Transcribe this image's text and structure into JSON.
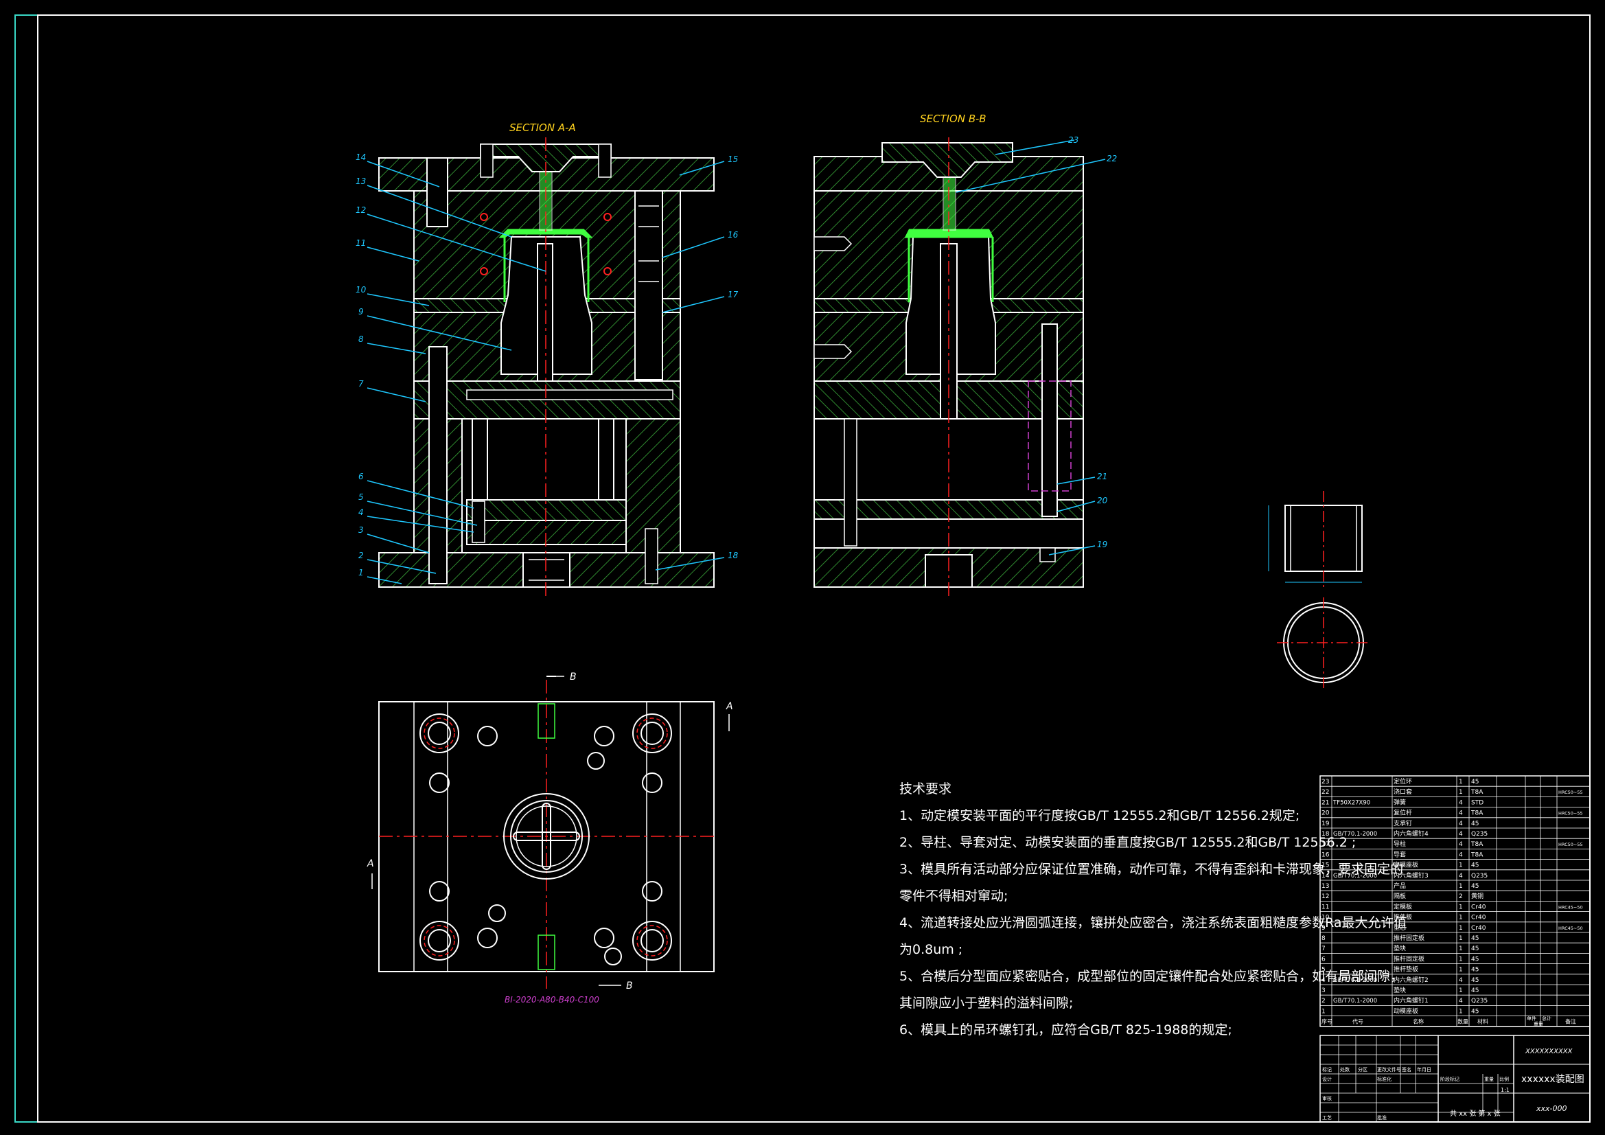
{
  "sections": {
    "a": "SECTION A-A",
    "b": "SECTION B-B",
    "plan_code": "BI-2020-A80-B40-C100",
    "mark_a": "A",
    "mark_b": "B"
  },
  "callouts_a": [
    "1",
    "2",
    "3",
    "4",
    "5",
    "6",
    "7",
    "8",
    "9",
    "10",
    "11",
    "12",
    "13",
    "14",
    "15",
    "16",
    "17",
    "18"
  ],
  "callouts_b": [
    "19",
    "20",
    "21",
    "22",
    "23"
  ],
  "tech": {
    "title": "技术要求",
    "lines": [
      "1、动定模安装平面的平行度按GB/T 12555.2和GB/T 12556.2规定;",
      "2、导柱、导套对定、动模安装面的垂直度按GB/T 12555.2和GB/T 12556.2 ;",
      "3、模具所有活动部分应保证位置准确，动作可靠，不得有歪斜和卡滞现象，要求固定的",
      "    零件不得相对窜动;",
      "4、流道转接处应光滑圆弧连接，镶拼处应密合，浇注系统表面粗糙度参数Ra最大允许值",
      "    为0.8um ;",
      "5、合模后分型面应紧密贴合，成型部位的固定镶件配合处应紧密贴合，如有局部间隙，",
      "    其间隙应小于塑料的溢料间隙;",
      "6、模具上的吊环螺钉孔，应符合GB/T 825-1988的规定;"
    ]
  },
  "bom": [
    {
      "no": "23",
      "code": "",
      "name": "定位环",
      "qty": "1",
      "mat": "45",
      "note": ""
    },
    {
      "no": "22",
      "code": "",
      "name": "浇口套",
      "qty": "1",
      "mat": "T8A",
      "note": "HRC50~55"
    },
    {
      "no": "21",
      "code": "TF50X27X90",
      "name": "弹簧",
      "qty": "4",
      "mat": "STD",
      "note": ""
    },
    {
      "no": "20",
      "code": "",
      "name": "复位杆",
      "qty": "4",
      "mat": "T8A",
      "note": "HRC50~55"
    },
    {
      "no": "19",
      "code": "",
      "name": "支承钉",
      "qty": "4",
      "mat": "45",
      "note": ""
    },
    {
      "no": "18",
      "code": "GB/T70.1-2000",
      "name": "内六角螺钉4",
      "qty": "4",
      "mat": "Q235",
      "note": ""
    },
    {
      "no": "17",
      "code": "",
      "name": "导柱",
      "qty": "4",
      "mat": "T8A",
      "note": "HRC50~55"
    },
    {
      "no": "16",
      "code": "",
      "name": "导套",
      "qty": "4",
      "mat": "T8A",
      "note": ""
    },
    {
      "no": "15",
      "code": "",
      "name": "定模座板",
      "qty": "1",
      "mat": "45",
      "note": ""
    },
    {
      "no": "14",
      "code": "GB/T70.1-2000",
      "name": "内六角螺钉3",
      "qty": "4",
      "mat": "Q235",
      "note": ""
    },
    {
      "no": "13",
      "code": "",
      "name": "产品",
      "qty": "1",
      "mat": "45",
      "note": ""
    },
    {
      "no": "12",
      "code": "",
      "name": "隔板",
      "qty": "2",
      "mat": "黄铜",
      "note": ""
    },
    {
      "no": "11",
      "code": "",
      "name": "定模板",
      "qty": "1",
      "mat": "Cr40",
      "note": "HRC45~50"
    },
    {
      "no": "10",
      "code": "",
      "name": "推件板",
      "qty": "1",
      "mat": "Cr40",
      "note": ""
    },
    {
      "no": "9",
      "code": "",
      "name": "型芯",
      "qty": "1",
      "mat": "Cr40",
      "note": "HRC45~50"
    },
    {
      "no": "8",
      "code": "",
      "name": "推杆固定板",
      "qty": "1",
      "mat": "45",
      "note": ""
    },
    {
      "no": "7",
      "code": "",
      "name": "垫块",
      "qty": "1",
      "mat": "45",
      "note": ""
    },
    {
      "no": "6",
      "code": "",
      "name": "推杆固定板",
      "qty": "1",
      "mat": "45",
      "note": ""
    },
    {
      "no": "5",
      "code": "",
      "name": "推杆垫板",
      "qty": "1",
      "mat": "45",
      "note": ""
    },
    {
      "no": "4",
      "code": "GB/T70.1-2000",
      "name": "内六角螺钉2",
      "qty": "4",
      "mat": "45",
      "note": ""
    },
    {
      "no": "3",
      "code": "",
      "name": "垫块",
      "qty": "1",
      "mat": "45",
      "note": ""
    },
    {
      "no": "2",
      "code": "GB/T70.1-2000",
      "name": "内六角螺钉1",
      "qty": "4",
      "mat": "Q235",
      "note": ""
    },
    {
      "no": "1",
      "code": "",
      "name": "动模座板",
      "qty": "1",
      "mat": "45",
      "note": ""
    }
  ],
  "bom_header": {
    "no": "序号",
    "code": "代号",
    "name": "名称",
    "qty": "数量",
    "mat": "材料",
    "unit_w": "单件",
    "total_w": "总计",
    "note": "备注",
    "weight": "重量"
  },
  "title_block": {
    "company": "XXXXXXXXXX",
    "drawing_name": "xxxxxx装配图",
    "drawing_no": "xxx-000",
    "scale": "1:1",
    "sheets": "共 xx 张  第 x 张",
    "labels": [
      "标记",
      "处数",
      "分区",
      "更改文件号",
      "签名",
      "年月日",
      "设计",
      "标准化",
      "阶段标记",
      "重量",
      "比例",
      "审核",
      "工艺",
      "批准"
    ]
  },
  "colors": {
    "frame": "#3ad9c7",
    "outline": "#ffffff",
    "hatch": "#2f8a2f",
    "center": "#ff2020",
    "leader": "#1ec8ff",
    "title": "#ffd21e",
    "product": "#40ff40",
    "hidden": "#d040d0"
  }
}
